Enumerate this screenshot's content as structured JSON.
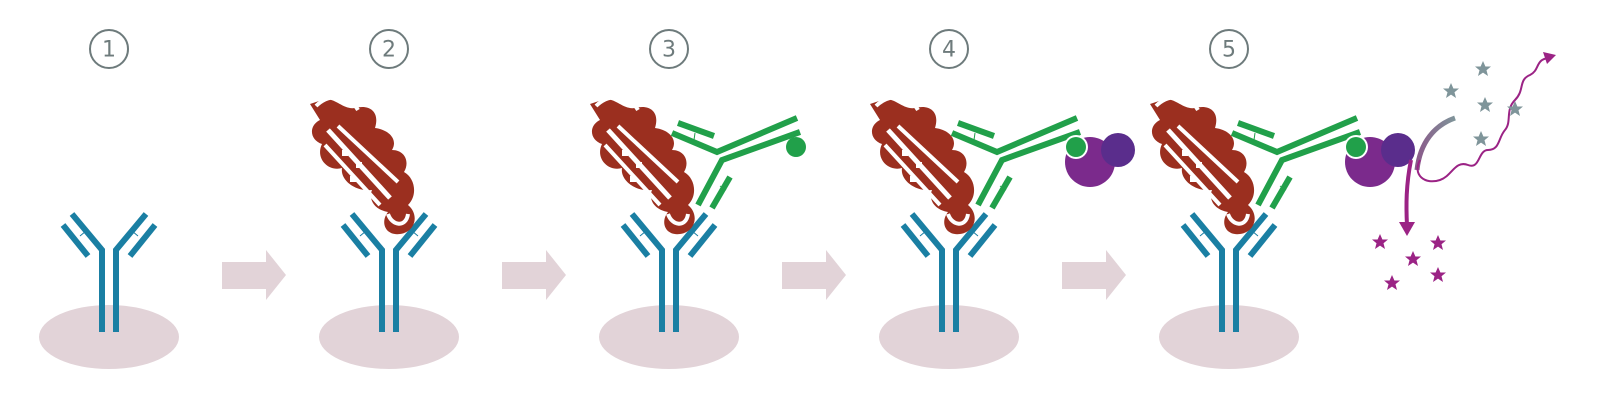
{
  "steps": [
    {
      "number": "1"
    },
    {
      "number": "2"
    },
    {
      "number": "3"
    },
    {
      "number": "4"
    },
    {
      "number": "5"
    }
  ],
  "colors": {
    "capture_antibody": "#1a7fa3",
    "detection_antibody": "#21a04a",
    "antigen": "#9b2f1f",
    "enzyme": "#7b2a8c",
    "enzyme_dark": "#5a2d8c",
    "substrate": "#7f959a",
    "product": "#9b2385",
    "surface": "#e2d3d8",
    "step_circle": "#6e7b7c"
  }
}
